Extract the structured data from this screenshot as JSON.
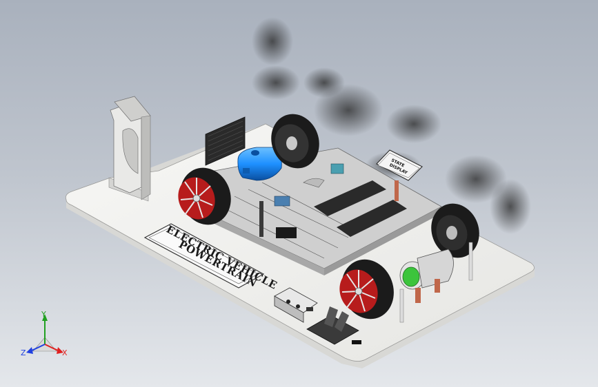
{
  "viewport": {
    "background_top": "#a9b1bd",
    "background_bottom": "#e4e7eb"
  },
  "model": {
    "base_color": "#eeeeec",
    "chassis_color": "#cfcfcf",
    "motor_color": "#1e90ff",
    "rim_color": "#d0202a",
    "drive_motor_color": "#3cc43c",
    "stand_post_color": "#c0674a"
  },
  "sign": {
    "line1": "ELECTRIC VEHICLE",
    "line2": "POWERTRAIN"
  },
  "stand_sign": {
    "line1": "STATE",
    "line2": "DISPLAY"
  },
  "triad": {
    "x_label": "X",
    "y_label": "Y",
    "z_label": "Z",
    "x_color": "#e02020",
    "y_color": "#20a020",
    "z_color": "#2040e0"
  }
}
